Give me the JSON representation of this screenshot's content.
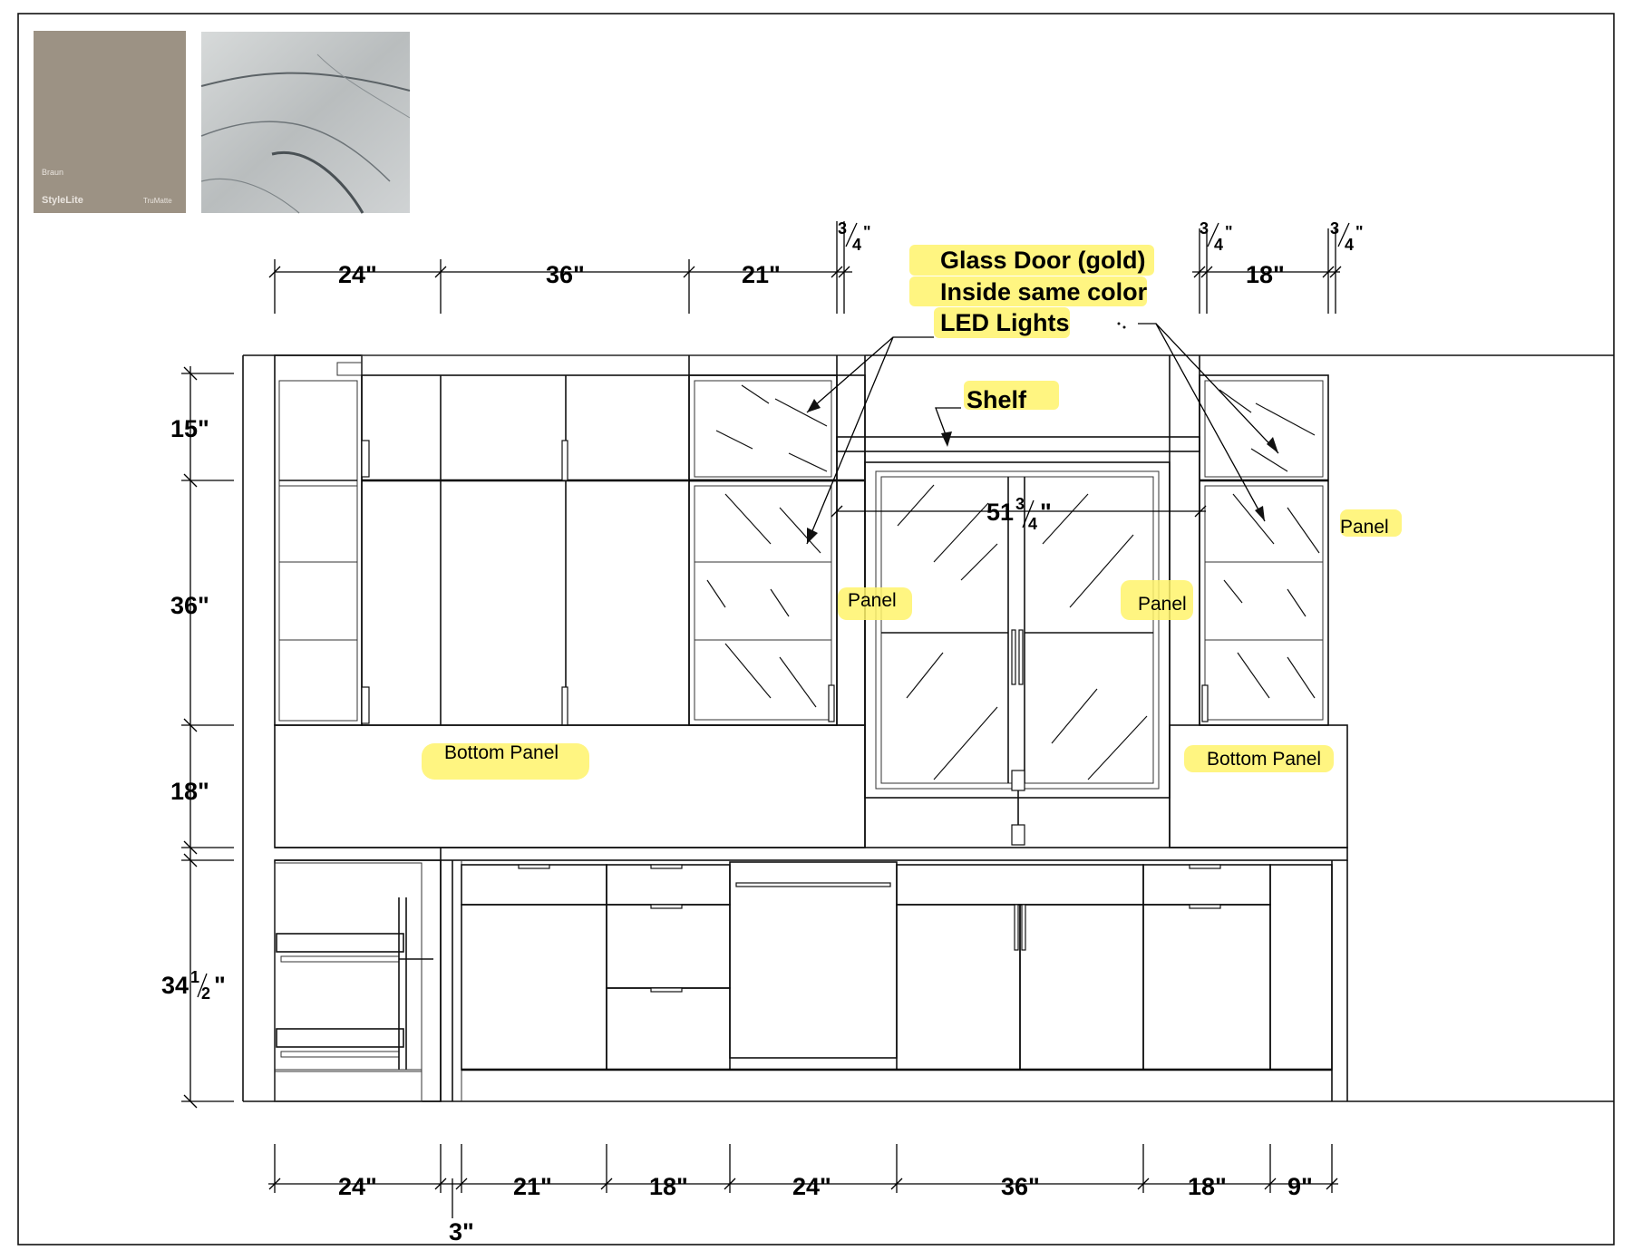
{
  "swatches": {
    "cabinet": {
      "name": "Braun",
      "brand": "StyleLite",
      "finish": "TruMatte",
      "color": "#9c9284"
    },
    "countertop": {
      "color": "#c9cccc"
    }
  },
  "top_dimensions": {
    "d24": "24\"",
    "d36": "36\"",
    "d21": "21\"",
    "d18": "18\"",
    "frac_num": "3",
    "frac_den": "4",
    "inch": "\"",
    "window_whole": "51",
    "window_num": "3",
    "window_den": "4"
  },
  "side_dimensions": {
    "d15": "15\"",
    "d36": "36\"",
    "d18": "18\"",
    "d34_whole": "34",
    "d34_num": "1",
    "d34_den": "2"
  },
  "bottom_dimensions": {
    "d24": "24\"",
    "d21": "21\"",
    "d18a": "18\"",
    "d24b": "24\"",
    "d36": "36\"",
    "d18b": "18\"",
    "d9": "9\"",
    "d3": "3\""
  },
  "notes": {
    "glass_door": "Glass Door (gold)",
    "inside_color": "Inside same color",
    "led_lights": "LED Lights",
    "shelf": "Shelf",
    "panel": "Panel",
    "bottom_panel": "Bottom Panel"
  },
  "colors": {
    "highlight": "#fff36b",
    "line": "#111111"
  }
}
